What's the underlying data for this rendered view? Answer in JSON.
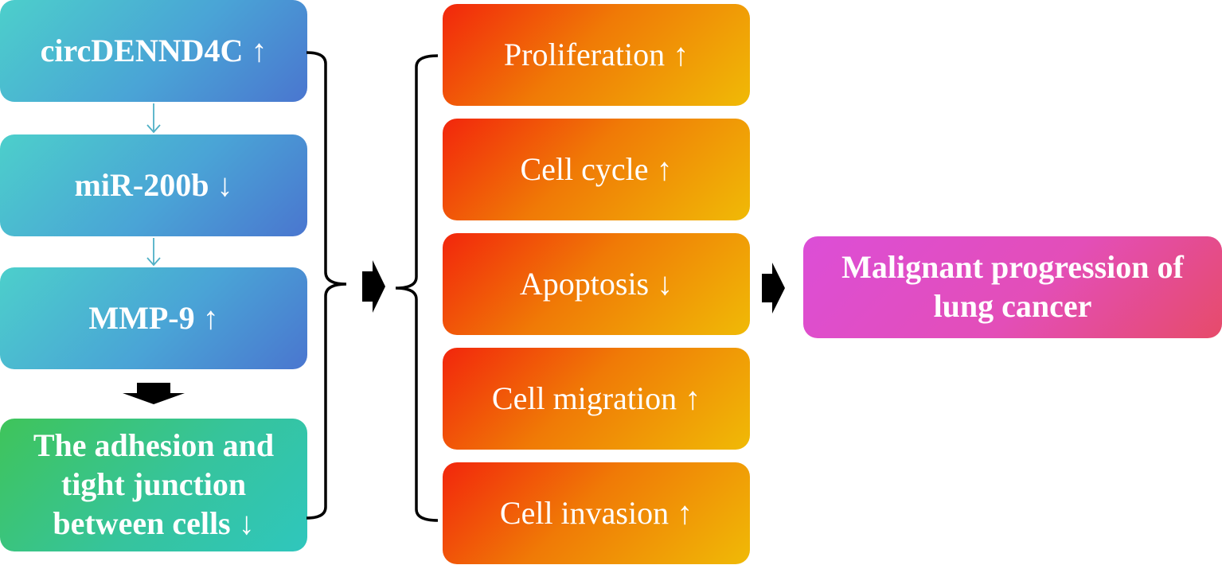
{
  "left_column": {
    "circ": "circDENND4C ↑",
    "mir": "miR-200b ↓",
    "mmp": "MMP-9 ↑",
    "adhesion": "The adhesion and tight junction between cells ↓"
  },
  "middle_column": {
    "proliferation": "Proliferation ↑",
    "cell_cycle": "Cell cycle ↑",
    "apoptosis": "Apoptosis ↓",
    "migration": "Cell migration ↑",
    "invasion": "Cell invasion ↑"
  },
  "outcome": "Malignant progression of lung cancer",
  "colors": {
    "blue_start": "#4ccfcb",
    "blue_end": "#4a76cf",
    "green_start": "#3fc45a",
    "green_end": "#2fc6bd",
    "orange_start": "#f2260c",
    "orange_end": "#f0ba06",
    "pink_start": "#dc4ed7",
    "pink_end": "#e64b6a",
    "thin_arrow": "#4fb0c6",
    "bracket": "#000000"
  }
}
